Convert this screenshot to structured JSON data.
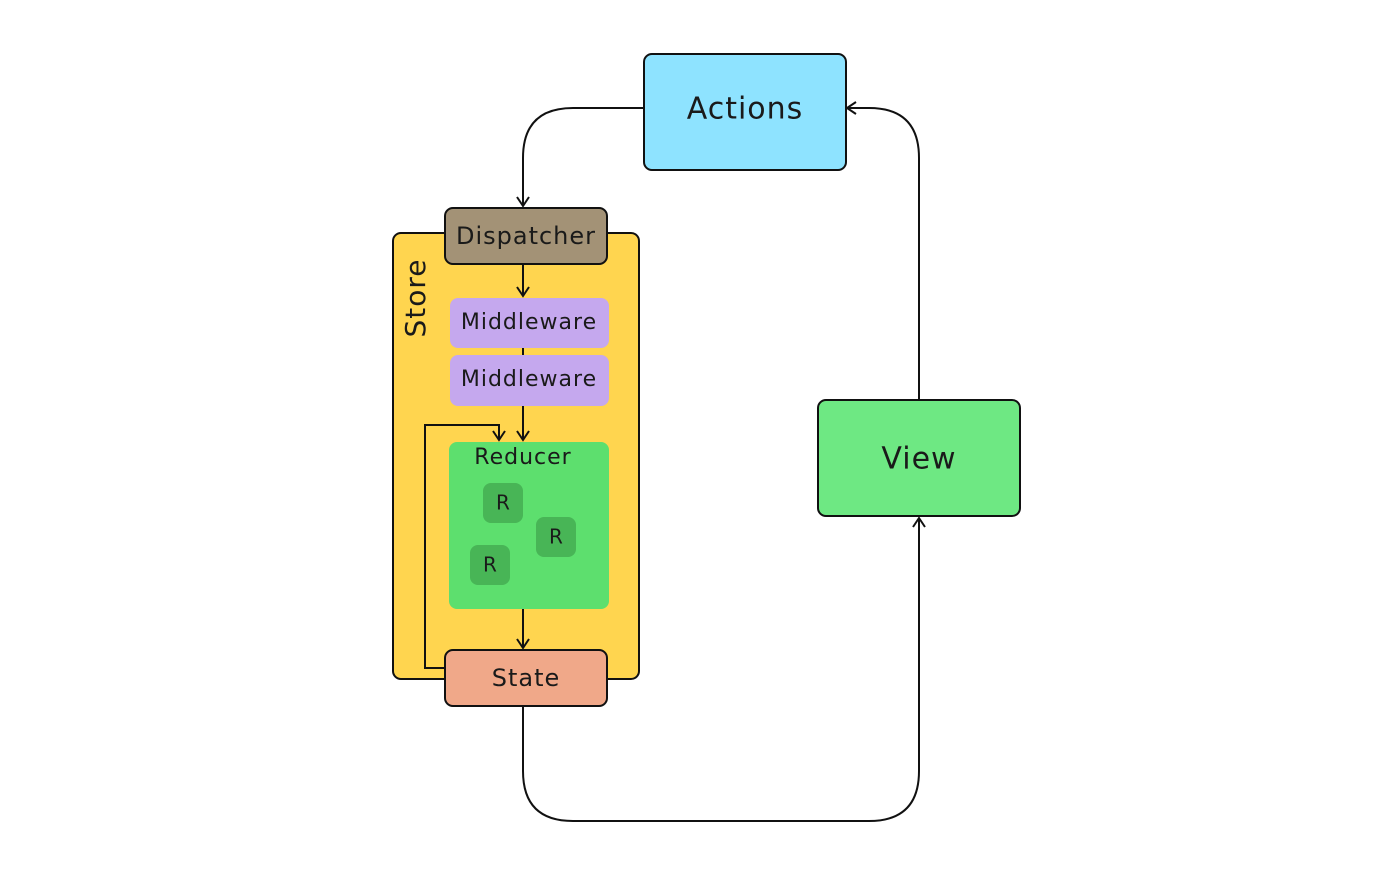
{
  "nodes": {
    "actions": {
      "label": "Actions",
      "color": "#8ee3ff"
    },
    "view": {
      "label": "View",
      "color": "#6ee883"
    },
    "store": {
      "label": "Store",
      "color": "#ffd54f"
    },
    "dispatcher": {
      "label": "Dispatcher",
      "color": "#a39276"
    },
    "middleware": [
      {
        "label": "Middleware",
        "color": "#c5a8ee"
      },
      {
        "label": "Middleware",
        "color": "#c5a8ee"
      }
    ],
    "reducer": {
      "label": "Reducer",
      "color": "#5ddf6e",
      "sub_reducers": [
        {
          "label": "R",
          "color": "#48b556"
        },
        {
          "label": "R",
          "color": "#48b556"
        },
        {
          "label": "R",
          "color": "#48b556"
        }
      ]
    },
    "state": {
      "label": "State",
      "color": "#f0a889"
    }
  },
  "edges": [
    {
      "from": "Actions",
      "to": "Dispatcher"
    },
    {
      "from": "Dispatcher",
      "to": "Middleware"
    },
    {
      "from": "Middleware",
      "to": "Middleware"
    },
    {
      "from": "Middleware",
      "to": "Reducer"
    },
    {
      "from": "State",
      "to": "Reducer"
    },
    {
      "from": "Reducer",
      "to": "State"
    },
    {
      "from": "State",
      "to": "View"
    },
    {
      "from": "View",
      "to": "Actions"
    }
  ],
  "colors": {
    "stroke": "#111111",
    "background": "#ffffff"
  }
}
